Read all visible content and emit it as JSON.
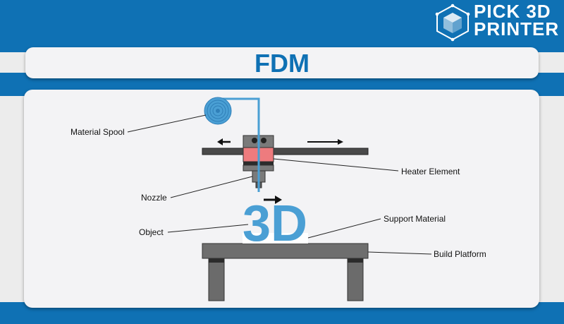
{
  "brand": {
    "line1": "PICK 3D",
    "line2": "PRINTER"
  },
  "title": "FDM",
  "labels": {
    "material_spool": "Material Spool",
    "heater_element": "Heater Element",
    "nozzle": "Nozzle",
    "support_material": "Support Material",
    "object": "Object",
    "build_platform": "Build Platform"
  },
  "object_text": "3D",
  "colors": {
    "brand_blue": "#0f71b4",
    "filament_blue": "#4a9fd4",
    "heater_pink": "#ee7b7e",
    "platform_gray": "#6b6b6b",
    "card_bg": "#f3f3f5"
  }
}
